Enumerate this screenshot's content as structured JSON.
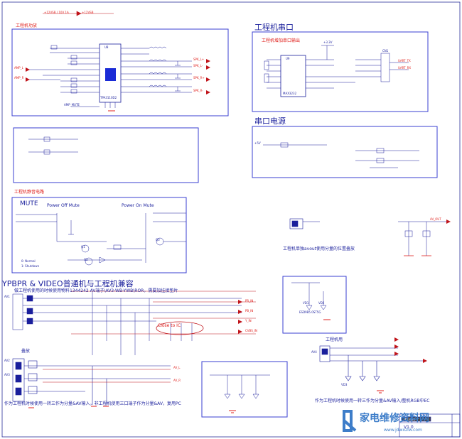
{
  "sheet": {
    "top_power_label": "+12VSB / 10V 1A",
    "top_power_net": "+12VSB",
    "sections": {
      "amp": "工程机功放",
      "uart": "工程机串口",
      "uart_sub": "工程机增加串口输出",
      "uart_power": "串口电源",
      "mute": "工程机静音电路",
      "mute_box": "MUTE",
      "power_off_mute": "Power Off Mute",
      "power_on_mute": "Power On Mute",
      "mute_note_0": "0: Normal",
      "mute_note_1": "1: Shutdown",
      "audio_note": "工程机单独avout使用分量的位置叠放",
      "ypbpr_title": "YPBPR & VIDEO普通机与工程机兼容",
      "ypbpr_note": "做工程机使用的时候使用物料1344242 AV端子\\AV3-WB-YWB\\ROR，需要加挂接垫片",
      "stack": "叠放",
      "close_to_ic": "Close to IC",
      "engineering_use": "工程机用",
      "footer_left": "作为工程机时候使用一转三作为分量&AV输入，非工程机使用三口端子作为分量&AV，复用PC",
      "footer_right": "作为工程机时候使用一转三作为分量&AV输入/整机RGB中EC",
      "title_block_name": "MS3393",
      "title_block_rev": "V1.0",
      "watermark": "家电维修资料网",
      "watermark_url": "www.jdwxzlw.com"
    },
    "parts": {
      "amp_ic": "U8",
      "amp_ic_pn": "TPA3110D2",
      "uart_ic": "U9",
      "uart_ic_pn": "MAX3232",
      "uart_conn": "CN1",
      "mute_q1": "Q1",
      "mute_q2": "Q2",
      "mute_q3": "Q3",
      "tvs1": "VD1",
      "tvs2": "VD2",
      "tvs3": "VD3",
      "tvs_pn": "ESD9B5.0ST5G",
      "av_jack_a": "AV1",
      "av_jack_b": "AV2",
      "av_jack_c": "AV3",
      "av_jack_d": "AV4"
    },
    "nets": {
      "spk_lp": "SPK_L+",
      "spk_ln": "SPK_L-",
      "spk_rp": "SPK_R+",
      "spk_rn": "SPK_R-",
      "amp_in_l": "AMP_L",
      "amp_in_r": "AMP_R",
      "amp_mute": "AMP_MUTE",
      "tx": "UART_TX",
      "rx": "UART_RX",
      "vcc_3v3": "+3.3V",
      "vcc_5v": "+5V",
      "pr": "PR_IN",
      "pb": "PB_IN",
      "y": "Y_IN",
      "cvbs": "CVBS_IN",
      "al": "AV_L",
      "ar": "AV_R",
      "avout": "AV_OUT"
    },
    "colors": {
      "wire": "#1a1f9c",
      "heading": "#e0211d",
      "box": "#3a3fd0",
      "signal": "#c0141a",
      "watermark": "#3d7dc9",
      "gnd": "#e0211d"
    }
  }
}
